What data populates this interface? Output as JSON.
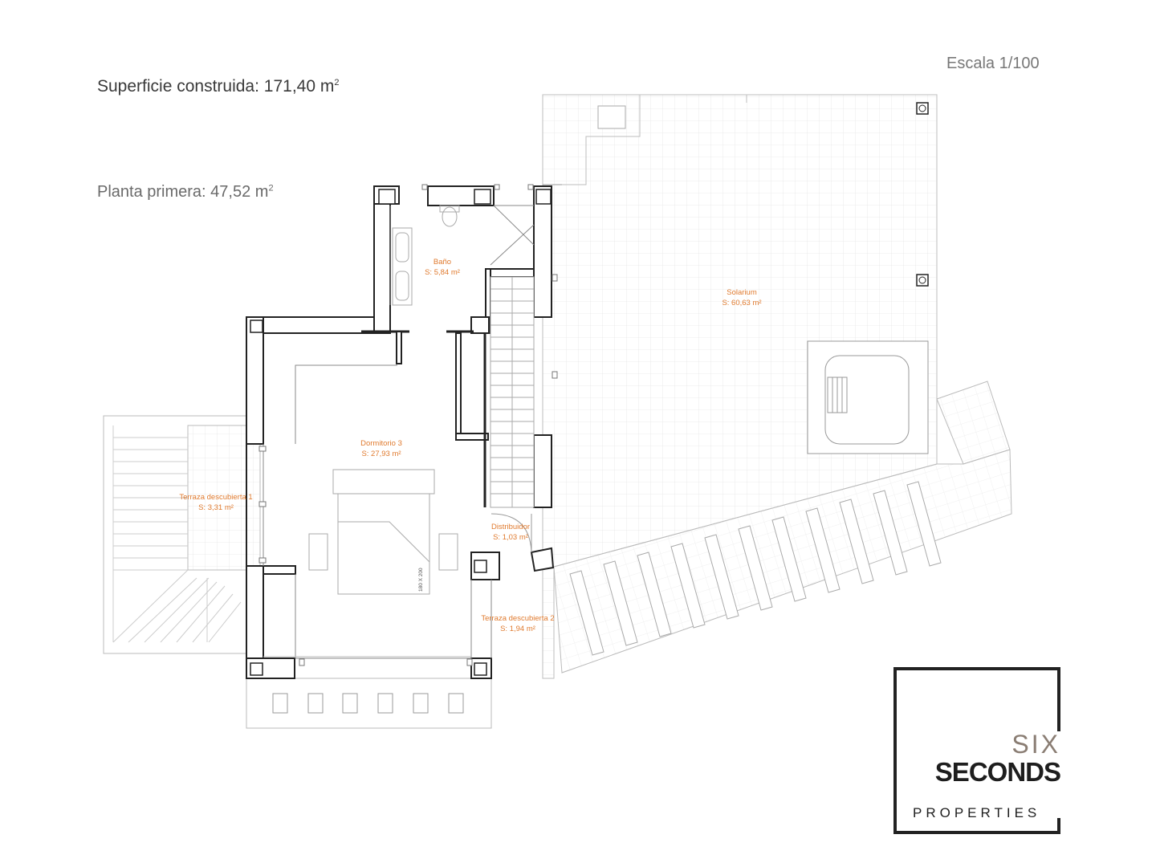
{
  "header": {
    "surface_label": "Superficie construida: 171,40 m",
    "surface_sup": "2",
    "floor_label": "Planta primera: 47,52 m",
    "floor_sup": "2",
    "scale_label": "Escala 1/100"
  },
  "rooms": [
    {
      "name": "Baño",
      "area": "S: 5,84 m²"
    },
    {
      "name": "Solarium",
      "area": "S: 60,63 m²"
    },
    {
      "name": "Dormitorio 3",
      "area": "S: 27,93 m²"
    },
    {
      "name": "Terraza descubierta 1",
      "area": "S: 3,31 m²"
    },
    {
      "name": "Distribuidor",
      "area": "S: 1,03 m²"
    },
    {
      "name": "Terraza descubierta 2",
      "area": "S: 1,94 m²"
    }
  ],
  "bed_dimension": "180 X 200",
  "logo": {
    "line1": "SIX",
    "line2": "SECONDS",
    "line3": "PROPERTIES"
  },
  "colors": {
    "label": "#e07a2e",
    "wall": "#222222",
    "grid": "#e4e4e4"
  }
}
